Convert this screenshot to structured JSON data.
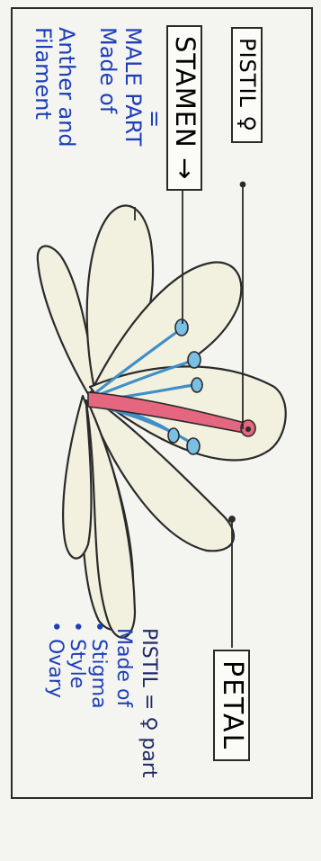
{
  "labels": {
    "pistil": "PISTIL ♀",
    "stamen": "STAMEN →",
    "petal": "PETAL"
  },
  "stamen_note": {
    "line1": "=",
    "line2": "MALE PART",
    "line3": "Made of",
    "line4": "Anther and",
    "line5": "Filament"
  },
  "pistil_note": {
    "line1": "PISTIL = ♀ part",
    "line2": "Made of",
    "items": [
      "• Stigma",
      "• Style",
      "• Ovary"
    ]
  },
  "colors": {
    "ink": "#2a2a2a",
    "petal_fill": "#f2f1df",
    "pistil_pink": "#e5667f",
    "filament_blue": "#3f8fc9",
    "anther_blue": "#7bbfe6",
    "pen_blue": "#1d3fb8"
  }
}
